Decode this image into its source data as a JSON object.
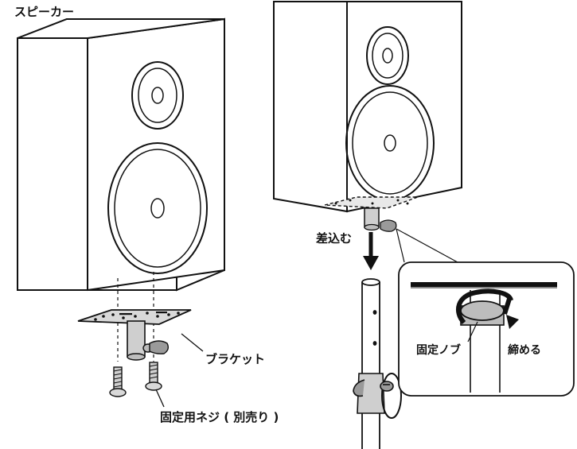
{
  "labels": {
    "speaker": "スピーカー",
    "bracket": "ブラケット",
    "screws": "固定用ネジ ( 別売り )",
    "insert": "差込む",
    "knob": "固定ノブ",
    "tighten": "締める"
  },
  "colors": {
    "line": "#111111",
    "metal": "#d9d9d9",
    "metal_dark": "#9a9a9a",
    "background": "#ffffff"
  }
}
